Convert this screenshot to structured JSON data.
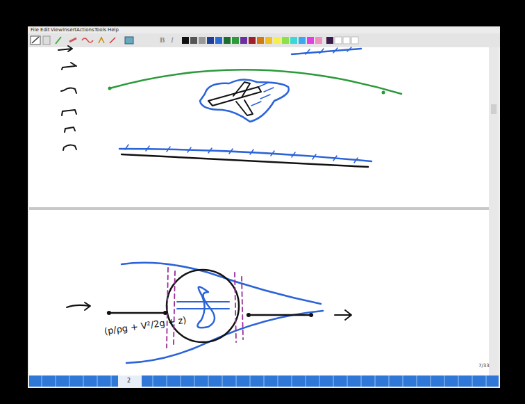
{
  "diagram": {
    "labels": [
      "File",
      "Edit",
      "View",
      "Insert",
      "Actions",
      "Tools",
      "Help",
      "B",
      "I",
      "(p/ρg + V²/2g + z)",
      "7/33",
      "2"
    ]
  }
}
